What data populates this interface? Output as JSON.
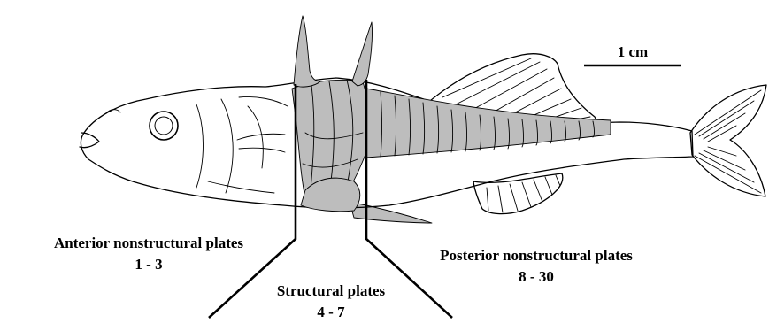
{
  "colors": {
    "plate_fill": "#bdbdbd",
    "outline": "#000000",
    "background": "#ffffff"
  },
  "scale_bar": {
    "label": "1 cm"
  },
  "groups": {
    "anterior": {
      "title": "Anterior nonstructural plates",
      "range": "1 - 3"
    },
    "structural": {
      "title": "Structural plates",
      "range": "4 - 7"
    },
    "posterior": {
      "title": "Posterior nonstructural plates",
      "range": "8 - 30"
    }
  }
}
